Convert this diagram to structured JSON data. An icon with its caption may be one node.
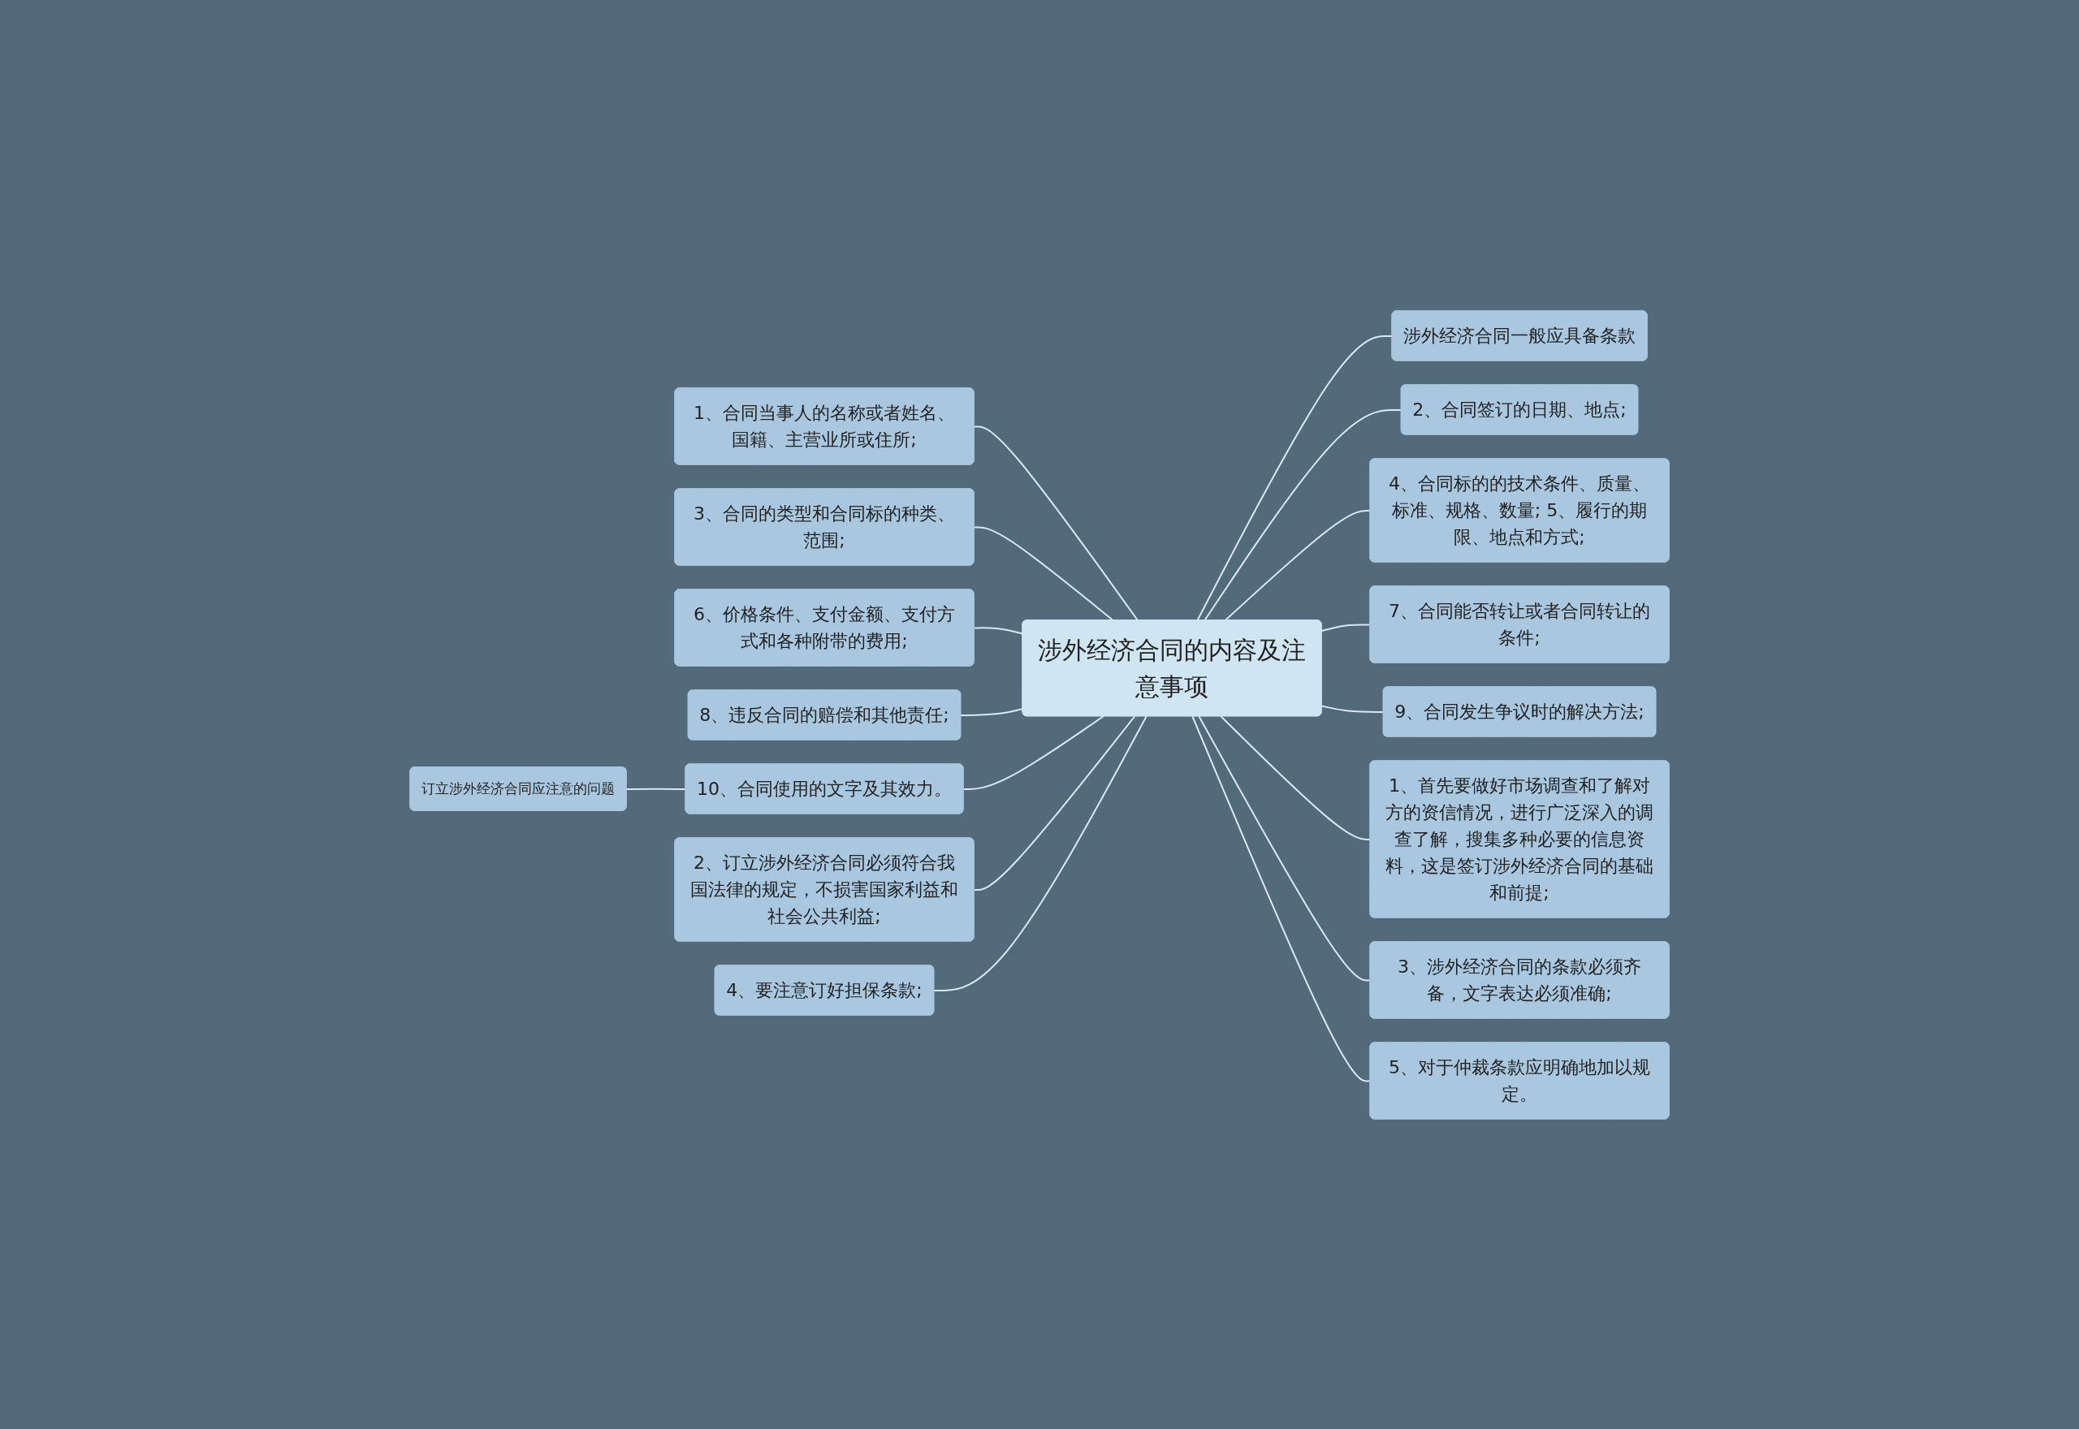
{
  "diagram": {
    "nodes": [
      {
        "text": [
          "涉外经济合同的内容及注意事项"
        ]
      },
      {
        "text": [
          "1、合同当事人的名称或者姓名、国籍、主营业所或住所;"
        ]
      },
      {
        "text": [
          "3、合同的类型和合同标的种类、范围;"
        ]
      },
      {
        "text": [
          "6、价格条件、支付金额、支付方式和各种附带的费用;"
        ]
      },
      {
        "text": [
          "8、违反合同的赔偿和其他责任;"
        ]
      },
      {
        "text": [
          "10、合同使用的文字及其效力。"
        ]
      },
      {
        "text": [
          "2、订立涉外经济合同必须符合我国法律的规定，不损害国家利益和社会公共利益;"
        ]
      },
      {
        "text": [
          "4、要注意订好担保条款;"
        ]
      },
      {
        "text": [
          "订立涉外经济合同应注意的问题"
        ]
      },
      {
        "text": [
          "涉外经济合同一般应具备条款"
        ]
      },
      {
        "text": [
          "2、合同签订的日期、地点;"
        ]
      },
      {
        "text": [
          "4、合同标的的技术条件、质量、标准、规格、数量; 5、履行的期限、地点和方式;"
        ]
      },
      {
        "text": [
          "7、合同能否转让或者合同转让的条件;"
        ]
      },
      {
        "text": [
          "9、合同发生争议时的解决方法;"
        ]
      },
      {
        "text": [
          "1、首先要做好市场调查和了解对方的资信情况，进行广泛深入的调查了解，搜集多种必要的信息资料，这是签订涉外经济合同的基础和前提;"
        ]
      },
      {
        "text": [
          "3、涉外经济合同的条款必须齐备，文字表达必须准确;"
        ]
      },
      {
        "text": [
          "5、对于仲裁条款应明确地加以规定。"
        ]
      }
    ],
    "edges": [
      {
        "from": 0,
        "to": 1,
        "arrow": "none"
      },
      {
        "from": 0,
        "to": 2,
        "arrow": "none"
      },
      {
        "from": 0,
        "to": 3,
        "arrow": "none"
      },
      {
        "from": 0,
        "to": 4,
        "arrow": "none"
      },
      {
        "from": 0,
        "to": 5,
        "arrow": "none"
      },
      {
        "from": 0,
        "to": 6,
        "arrow": "none"
      },
      {
        "from": 0,
        "to": 7,
        "arrow": "none"
      },
      {
        "from": 5,
        "to": 8,
        "arrow": "none"
      },
      {
        "from": 0,
        "to": 9,
        "arrow": "none"
      },
      {
        "from": 0,
        "to": 10,
        "arrow": "none"
      },
      {
        "from": 0,
        "to": 11,
        "arrow": "none"
      },
      {
        "from": 0,
        "to": 12,
        "arrow": "none"
      },
      {
        "from": 0,
        "to": 13,
        "arrow": "none"
      },
      {
        "from": 0,
        "to": 14,
        "arrow": "none"
      },
      {
        "from": 0,
        "to": 15,
        "arrow": "none"
      },
      {
        "from": 0,
        "to": 16,
        "arrow": "none"
      }
    ]
  }
}
